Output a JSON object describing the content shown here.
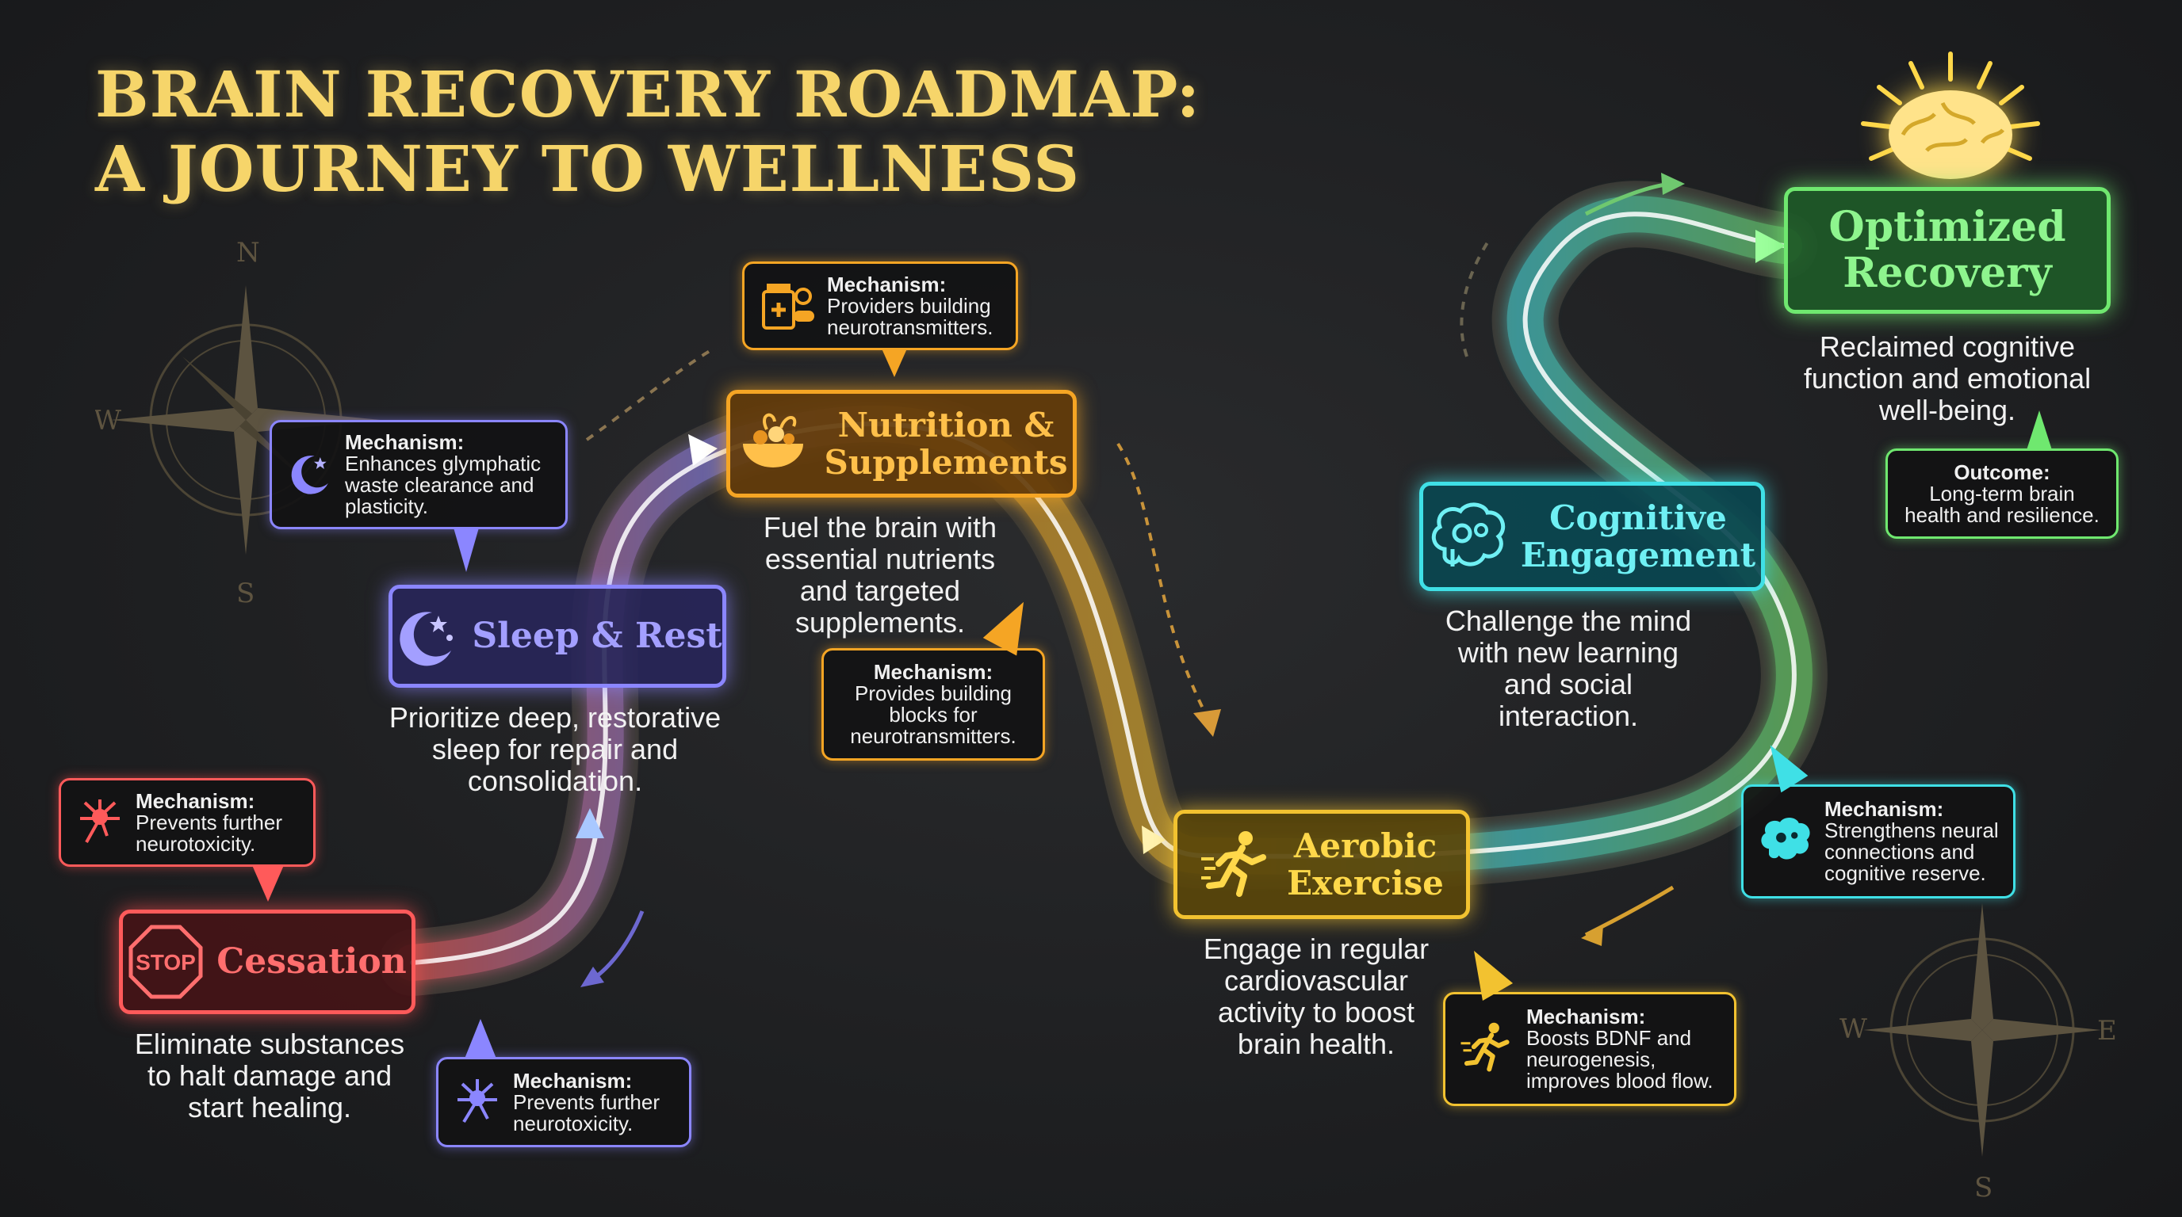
{
  "title": {
    "line1": "BRAIN RECOVERY ROADMAP:",
    "line2": "A JOURNEY TO WELLNESS"
  },
  "compass_letters": {
    "n": "N",
    "s": "S",
    "e": "E",
    "w": "W"
  },
  "stages": {
    "cessation": {
      "label": "Cessation",
      "icon": "stop-sign-icon",
      "icon_text": "STOP",
      "description": "Eliminate substances to halt damage and start healing.",
      "color": "#ff5a5a"
    },
    "sleep": {
      "label": "Sleep & Rest",
      "icon": "moon-stars-icon",
      "description": "Prioritize deep, restorative sleep for repair and consolidation.",
      "color": "#8b86ff"
    },
    "nutrition": {
      "label_line1": "Nutrition &",
      "label_line2": "Supplements",
      "icon": "salad-bowl-icon",
      "description": "Fuel the brain with essential nutrients and targeted supplements.",
      "color": "#f5a524"
    },
    "aerobic": {
      "label_line1": "Aerobic",
      "label_line2": "Exercise",
      "icon": "running-person-icon",
      "description": "Engage in regular cardiovascular activity to boost brain health.",
      "color": "#f2c230"
    },
    "cognitive": {
      "label_line1": "Cognitive",
      "label_line2": "Engagement",
      "icon": "brain-gears-icon",
      "description": "Challenge the mind with new learning and social interaction.",
      "color": "#3fe0e6"
    },
    "optimized": {
      "label_line1": "Optimized",
      "label_line2": "Recovery",
      "icon": "glowing-brain-icon",
      "description": "Reclaimed cognitive function and emotional well-being.",
      "color": "#6fe86f"
    }
  },
  "callouts": {
    "cessation_top": {
      "heading": "Mechanism:",
      "text": "Prevents further neurotoxicity.",
      "icon": "neuron-icon",
      "color": "#ff5a5a"
    },
    "cessation_bottom": {
      "heading": "Mechanism:",
      "text": "Prevents further neurotoxicity.",
      "icon": "neuron-icon",
      "color": "#8b86ff"
    },
    "sleep": {
      "heading": "Mechanism:",
      "text": "Enhances glymphatic waste clearance and plasticity.",
      "icon": "moon-stars-icon",
      "color": "#8b86ff"
    },
    "nutrition_top": {
      "heading": "Mechanism:",
      "text": "Providers building neurotransmitters.",
      "icon": "supplement-bottle-icon",
      "color": "#f5a524"
    },
    "nutrition_bottom": {
      "heading": "Mechanism:",
      "text": "Provides building blocks for neurotransmitters.",
      "color": "#f5a524"
    },
    "aerobic": {
      "heading": "Mechanism:",
      "text": "Boosts BDNF and neurogenesis, improves blood flow.",
      "icon": "running-person-icon",
      "color": "#f2c230"
    },
    "cognitive": {
      "heading": "Mechanism:",
      "text": "Strengthens neural connections and cognitive reserve.",
      "icon": "brain-gears-icon",
      "color": "#3fe0e6"
    },
    "optimized": {
      "heading": "Outcome:",
      "text": "Long-term brain health and resilience.",
      "color": "#6fe86f"
    }
  }
}
